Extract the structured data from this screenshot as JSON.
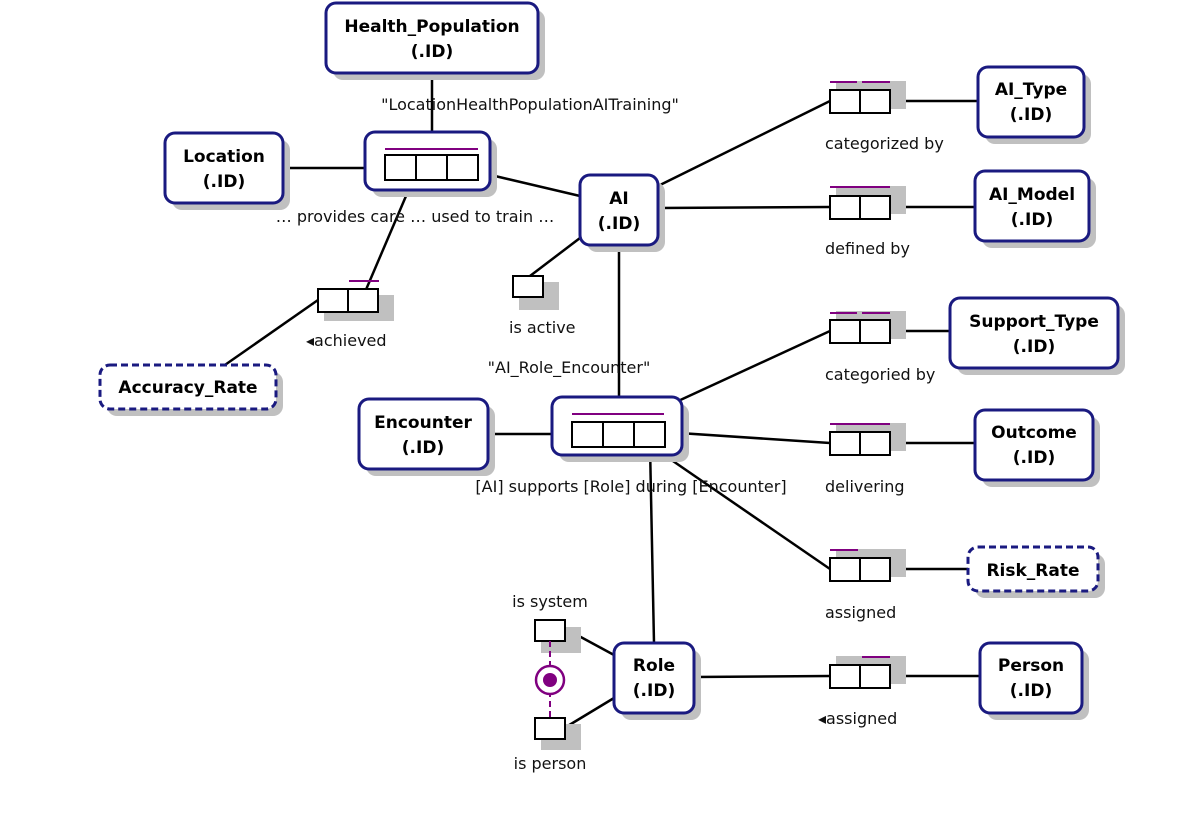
{
  "entities": {
    "health_population": {
      "name": "Health_Population",
      "ref": "(.ID)"
    },
    "location": {
      "name": "Location",
      "ref": "(.ID)"
    },
    "ai": {
      "name": "AI",
      "ref": "(.ID)"
    },
    "ai_type": {
      "name": "AI_Type",
      "ref": "(.ID)"
    },
    "ai_model": {
      "name": "AI_Model",
      "ref": "(.ID)"
    },
    "support_type": {
      "name": "Support_Type",
      "ref": "(.ID)"
    },
    "encounter": {
      "name": "Encounter",
      "ref": "(.ID)"
    },
    "outcome": {
      "name": "Outcome",
      "ref": "(.ID)"
    },
    "role": {
      "name": "Role",
      "ref": "(.ID)"
    },
    "person": {
      "name": "Person",
      "ref": "(.ID)"
    }
  },
  "value_types": {
    "accuracy_rate": "Accuracy_Rate",
    "risk_rate": "Risk_Rate"
  },
  "objectified_names": {
    "location_training": "\"LocationHealthPopulationAITraining\"",
    "ai_role_encounter": "\"AI_Role_Encounter\""
  },
  "readings": {
    "provides_care": "… provides care … used to train …",
    "achieved": "◂achieved",
    "categorized_by": "categorized by",
    "defined_by": "defined by",
    "is_active": "is active",
    "categoried_by": "categoried by",
    "supports": "[AI] supports [Role] during [Encounter]",
    "delivering": "delivering",
    "assigned": "assigned",
    "is_system": "is system",
    "is_person": "is person",
    "assigned_person": "◂assigned"
  },
  "colors": {
    "entity_border": "#1a1a80",
    "constraint": "#800080",
    "shadow": "#c0c0c0",
    "line": "#000000"
  }
}
